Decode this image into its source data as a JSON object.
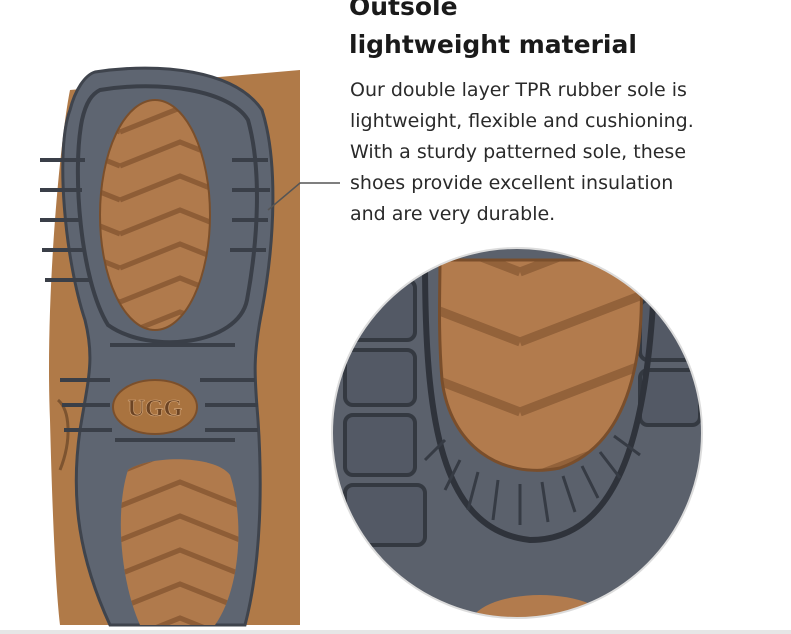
{
  "section": {
    "title": "Outsole",
    "subtitle": "lightweight material",
    "description_lines": [
      "Our double layer TPR rubber sole is",
      "lightweight, flexible and cushioning.",
      "With a sturdy patterned sole, these",
      "shoes provide excellent insulation",
      "and are very durable."
    ]
  },
  "product": {
    "logo_text": "UGG"
  },
  "colors": {
    "rubber_gray": "#5c6370",
    "rubber_dark": "#363b44",
    "tan": "#b07a4c",
    "suede": "#a86f3f"
  }
}
